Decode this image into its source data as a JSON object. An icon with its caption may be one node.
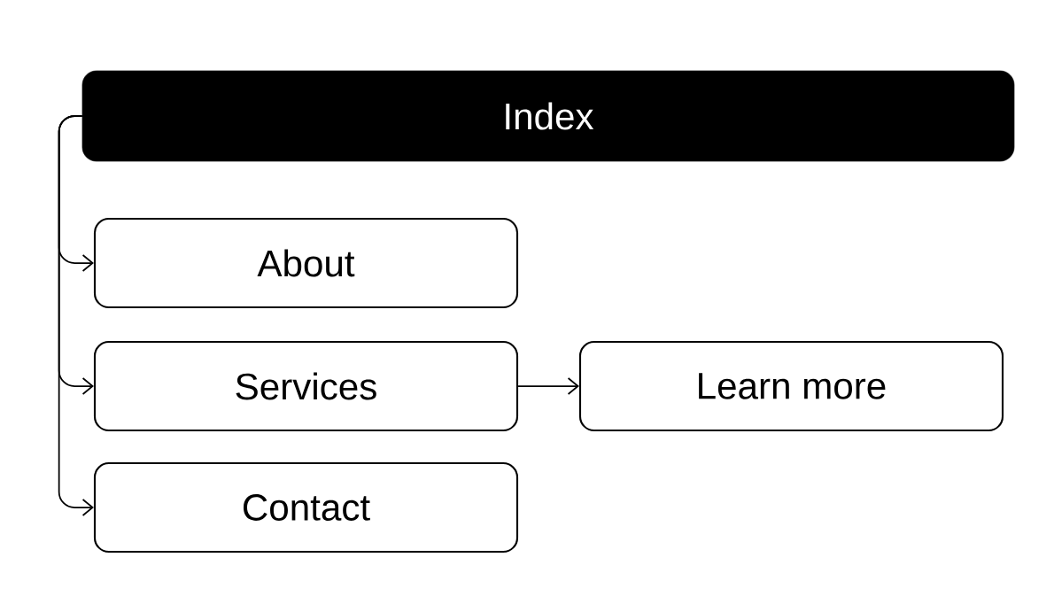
{
  "diagram": {
    "nodes": [
      {
        "text": [
          "Index"
        ]
      },
      {
        "text": [
          "About"
        ]
      },
      {
        "text": [
          "Services"
        ]
      },
      {
        "text": [
          "Contact"
        ]
      },
      {
        "text": [
          "Learn more"
        ]
      }
    ],
    "edges": [
      {
        "from": 0,
        "to": 1,
        "arrow": "to"
      },
      {
        "from": 0,
        "to": 2,
        "arrow": "to"
      },
      {
        "from": 0,
        "to": 3,
        "arrow": "to"
      },
      {
        "from": 2,
        "to": 4,
        "arrow": "to"
      }
    ]
  }
}
